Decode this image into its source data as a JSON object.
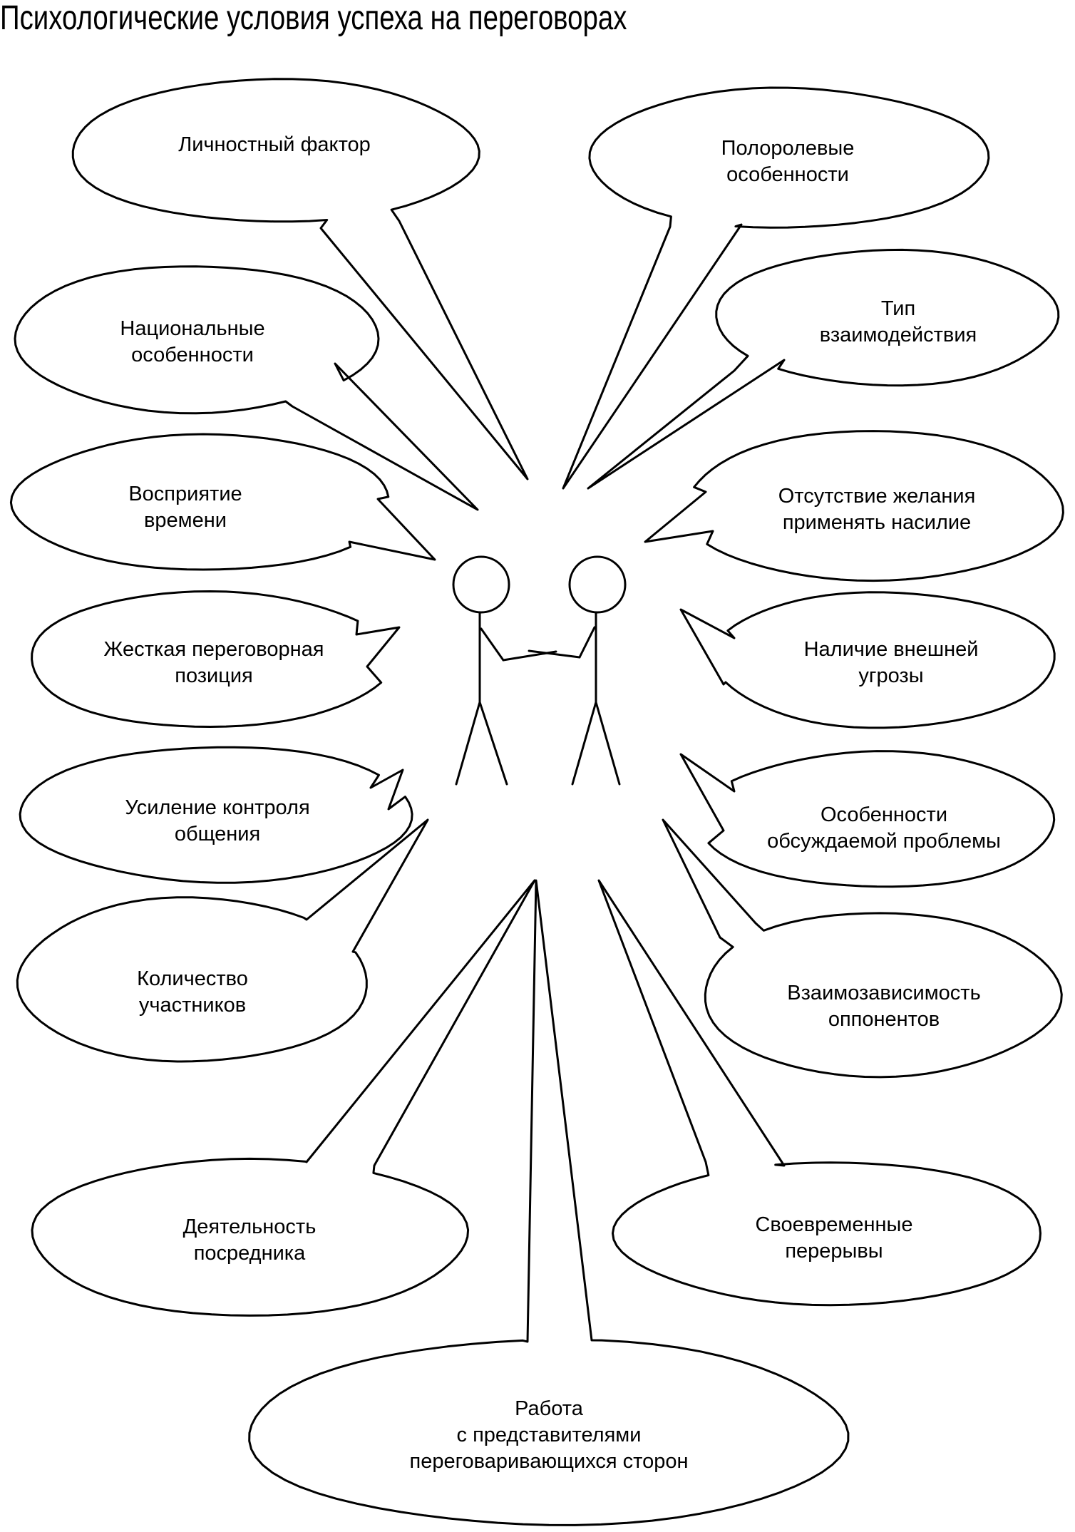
{
  "title": "Психологические условия успеха на переговорах",
  "bubbles": [
    {
      "id": "personal",
      "lines": [
        "Личностный фактор"
      ]
    },
    {
      "id": "gender",
      "lines": [
        "Полоролевые",
        "особенности"
      ]
    },
    {
      "id": "national",
      "lines": [
        "Национальные",
        "особенности"
      ]
    },
    {
      "id": "interaction",
      "lines": [
        "Тип",
        "взаимодействия"
      ]
    },
    {
      "id": "time",
      "lines": [
        "Восприятие",
        "времени"
      ]
    },
    {
      "id": "violence",
      "lines": [
        "Отсутствие желания",
        "применять насилие"
      ]
    },
    {
      "id": "hard-position",
      "lines": [
        "Жесткая переговорная",
        "позиция"
      ]
    },
    {
      "id": "threat",
      "lines": [
        "Наличие внешней",
        "угрозы"
      ]
    },
    {
      "id": "control",
      "lines": [
        "Усиление контроля",
        "общения"
      ]
    },
    {
      "id": "problem",
      "lines": [
        "Особенности",
        "обсуждаемой проблемы"
      ]
    },
    {
      "id": "participants",
      "lines": [
        "Количество",
        "участников"
      ]
    },
    {
      "id": "interdependence",
      "lines": [
        "Взаимозависимость",
        "оппонентов"
      ]
    },
    {
      "id": "mediator",
      "lines": [
        "Деятельность",
        "посредника"
      ]
    },
    {
      "id": "breaks",
      "lines": [
        "Своевременные",
        "перерывы"
      ]
    },
    {
      "id": "representatives",
      "lines": [
        "Работа",
        "с представителями",
        "переговаривающихся сторон"
      ]
    }
  ],
  "figure": {
    "name": "two-people-handshake-icon"
  }
}
